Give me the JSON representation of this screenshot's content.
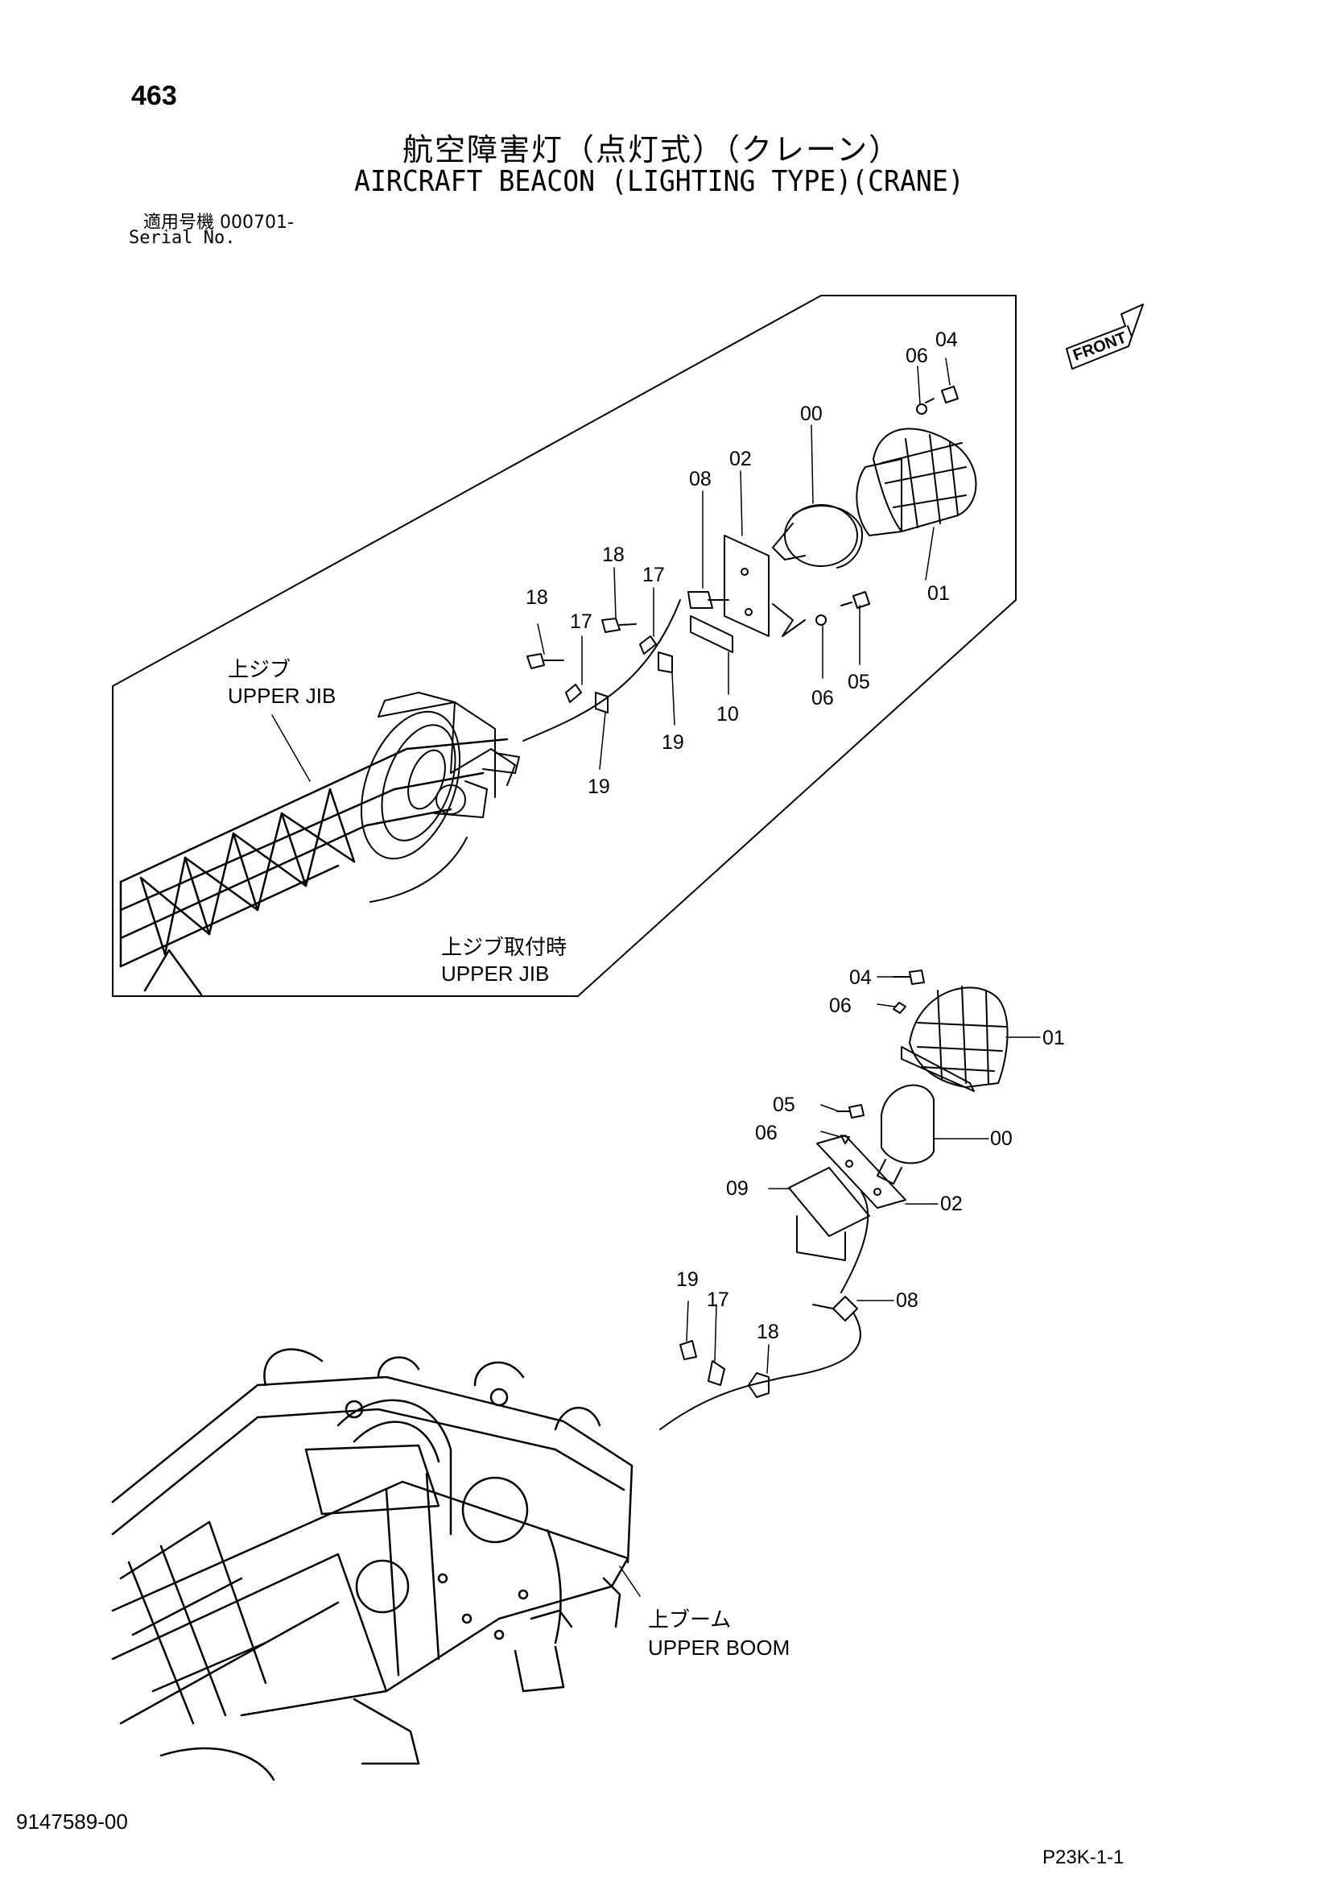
{
  "page": {
    "number": "463",
    "title_ja": "航空障害灯（点灯式）（クレーン）",
    "title_en": "AIRCRAFT BEACON (LIGHTING TYPE)(CRANE)",
    "serial_ja": "適用号機  000701-",
    "serial_en": "Serial No.",
    "document_number": "9147589-00",
    "page_ref": "P23K-1-1"
  },
  "front_arrow": {
    "label": "FRONT"
  },
  "inset": {
    "location_ja": "上ジブ",
    "location_en": "UPPER JIB",
    "caption_ja": "上ジブ取付時",
    "caption_en": "UPPER JIB",
    "callouts": {
      "c04": "04",
      "c06a": "06",
      "c00": "00",
      "c02": "02",
      "c08": "08",
      "c01": "01",
      "c18a": "18",
      "c17a": "17",
      "c18b": "18",
      "c17b": "17",
      "c06b": "06",
      "c05": "05",
      "c10": "10",
      "c19a": "19",
      "c19b": "19"
    }
  },
  "main": {
    "location_ja": "上ブーム",
    "location_en": "UPPER BOOM",
    "callouts": {
      "c04": "04",
      "c06a": "06",
      "c01": "01",
      "c05": "05",
      "c06b": "06",
      "c00": "00",
      "c09": "09",
      "c02": "02",
      "c19": "19",
      "c17": "17",
      "c08": "08",
      "c18": "18"
    }
  }
}
